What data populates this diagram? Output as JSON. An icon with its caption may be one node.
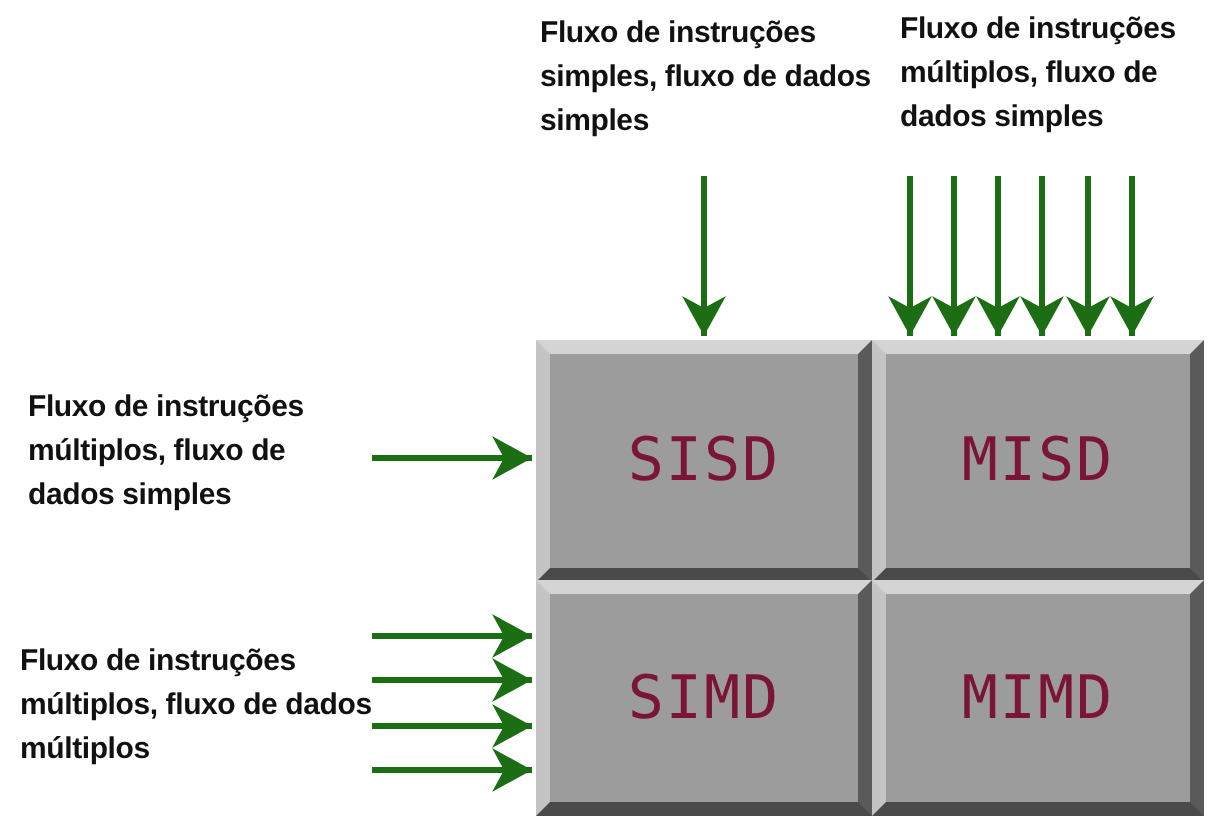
{
  "diagram": {
    "nodes": [
      {
        "text": [
          "Fluxo de instruções simples, fluxo de dados simples"
        ]
      },
      {
        "text": [
          "Fluxo de instruções múltiplos, fluxo de dados simples"
        ]
      },
      {
        "text": [
          "Fluxo de instruções múltiplos, fluxo de dados simples"
        ]
      },
      {
        "text": [
          "SISD"
        ]
      },
      {
        "text": [
          "MISD"
        ]
      },
      {
        "text": [
          "Fluxo de instruções múltiplos, fluxo de dados múltiplos"
        ]
      },
      {
        "text": [
          "SIMD"
        ]
      },
      {
        "text": [
          "MIMD"
        ]
      }
    ],
    "edges": [
      {
        "from": 0,
        "to": 3,
        "arrow": "to"
      },
      {
        "from": 1,
        "to": 4,
        "arrow": "to"
      },
      {
        "from": 1,
        "to": 4,
        "arrow": "to"
      },
      {
        "from": 1,
        "to": 4,
        "arrow": "to"
      },
      {
        "from": 1,
        "to": 4,
        "arrow": "to"
      },
      {
        "from": 1,
        "to": 4,
        "arrow": "to"
      },
      {
        "from": 1,
        "to": 4,
        "arrow": "to"
      },
      {
        "from": 2,
        "to": 3,
        "arrow": "to"
      },
      {
        "from": 5,
        "to": 6,
        "arrow": "to"
      },
      {
        "from": 5,
        "to": 6,
        "arrow": "to"
      },
      {
        "from": 5,
        "to": 6,
        "arrow": "to"
      },
      {
        "from": 5,
        "to": 6,
        "arrow": "to"
      }
    ]
  }
}
